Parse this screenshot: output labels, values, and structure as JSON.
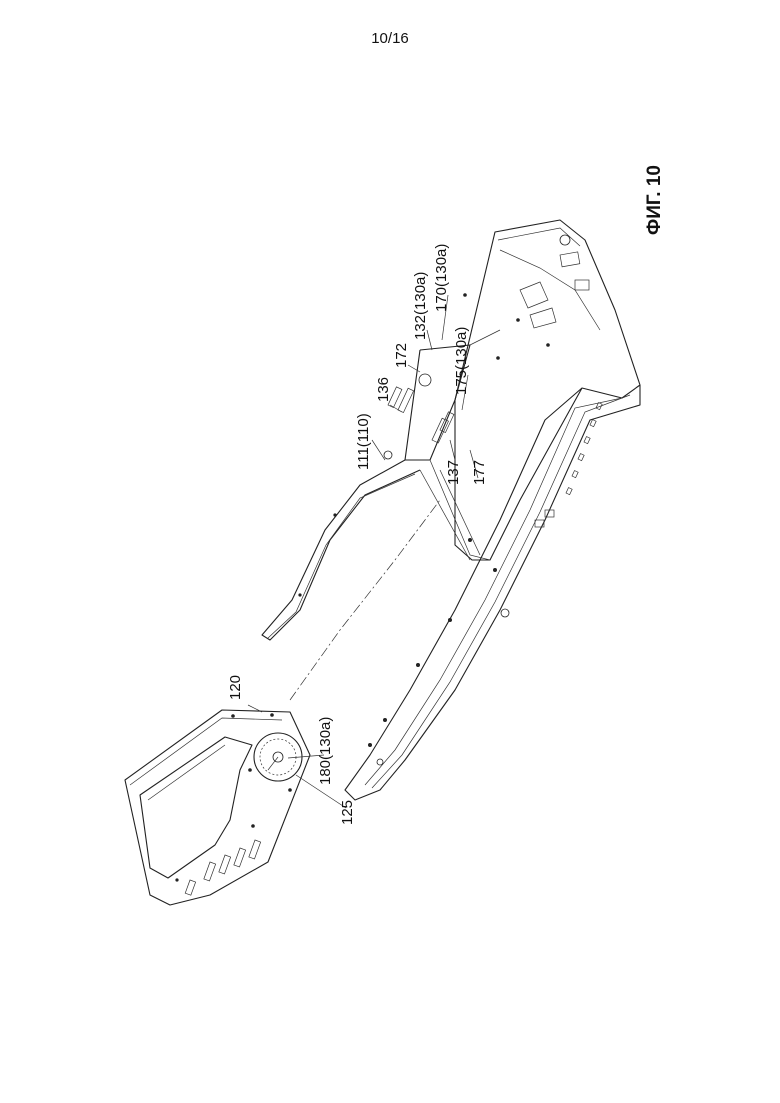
{
  "page": {
    "number": "10/16"
  },
  "figure": {
    "caption": "ФИГ. 10"
  },
  "labels": {
    "l111": "111(110)",
    "l136": "136",
    "l172": "172",
    "l132": "132(130a)",
    "l170": "170(130a)",
    "l175": "175(130a)",
    "l137": "137",
    "l177": "177",
    "l120": "120",
    "l180": "180(130a)",
    "l125": "125"
  }
}
